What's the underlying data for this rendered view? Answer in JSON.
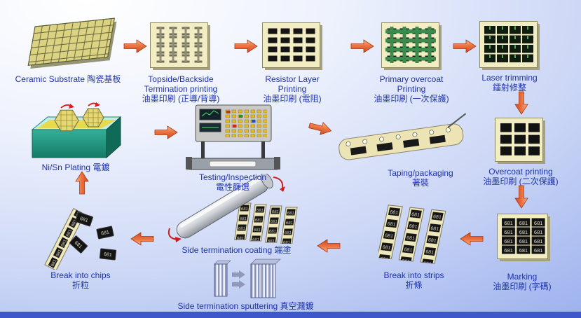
{
  "chip_marking": "681",
  "colors": {
    "label_text": "#1e33ab",
    "arrow_orange": "#e0582a",
    "tile_yellow": "#f3edc3",
    "bottom_bar_blue": "#3d58cb",
    "plating_tank_green": "#2aa08a",
    "background_top": "#ffffff",
    "background_bottom": "#93aaec"
  },
  "steps": {
    "ceramic": {
      "line1": "Ceramic Substrate 陶瓷基板"
    },
    "termination": {
      "line1": "Topside/Backside",
      "line2": "Termination printing",
      "line3": "油墨印刷 (正導/背導)"
    },
    "resistor": {
      "line1": "Resistor Layer",
      "line2": "Printing",
      "line3": "油墨印刷 (電阻)"
    },
    "primary_overcoat": {
      "line1": "Primary overcoat",
      "line2": "Printing",
      "line3": "油墨印刷 (一次保護)"
    },
    "laser_trimming": {
      "line1": "Laser trimming",
      "line2": "鐳射修整"
    },
    "overcoat_printing": {
      "line1": "Overcoat printing",
      "line2": "油墨印刷 (二次保護)"
    },
    "marking": {
      "line1": "Marking",
      "line2": "油墨印刷 (字碼)"
    },
    "break_strips": {
      "line1": "Break into strips",
      "line2": "折條"
    },
    "coating": {
      "line1": "Side termination coating 端塗"
    },
    "sputtering": {
      "line1": "Side termination sputtering 真空濺鍍"
    },
    "break_chips": {
      "line1": "Break into chips",
      "line2": "折粒"
    },
    "plating": {
      "line1": "Ni/Sn Plating 電鍍"
    },
    "testing": {
      "line1": "Testing/Inspection",
      "line2": "電性篩選"
    },
    "taping": {
      "line1": "Taping/packaging",
      "line2": "著裝"
    }
  }
}
